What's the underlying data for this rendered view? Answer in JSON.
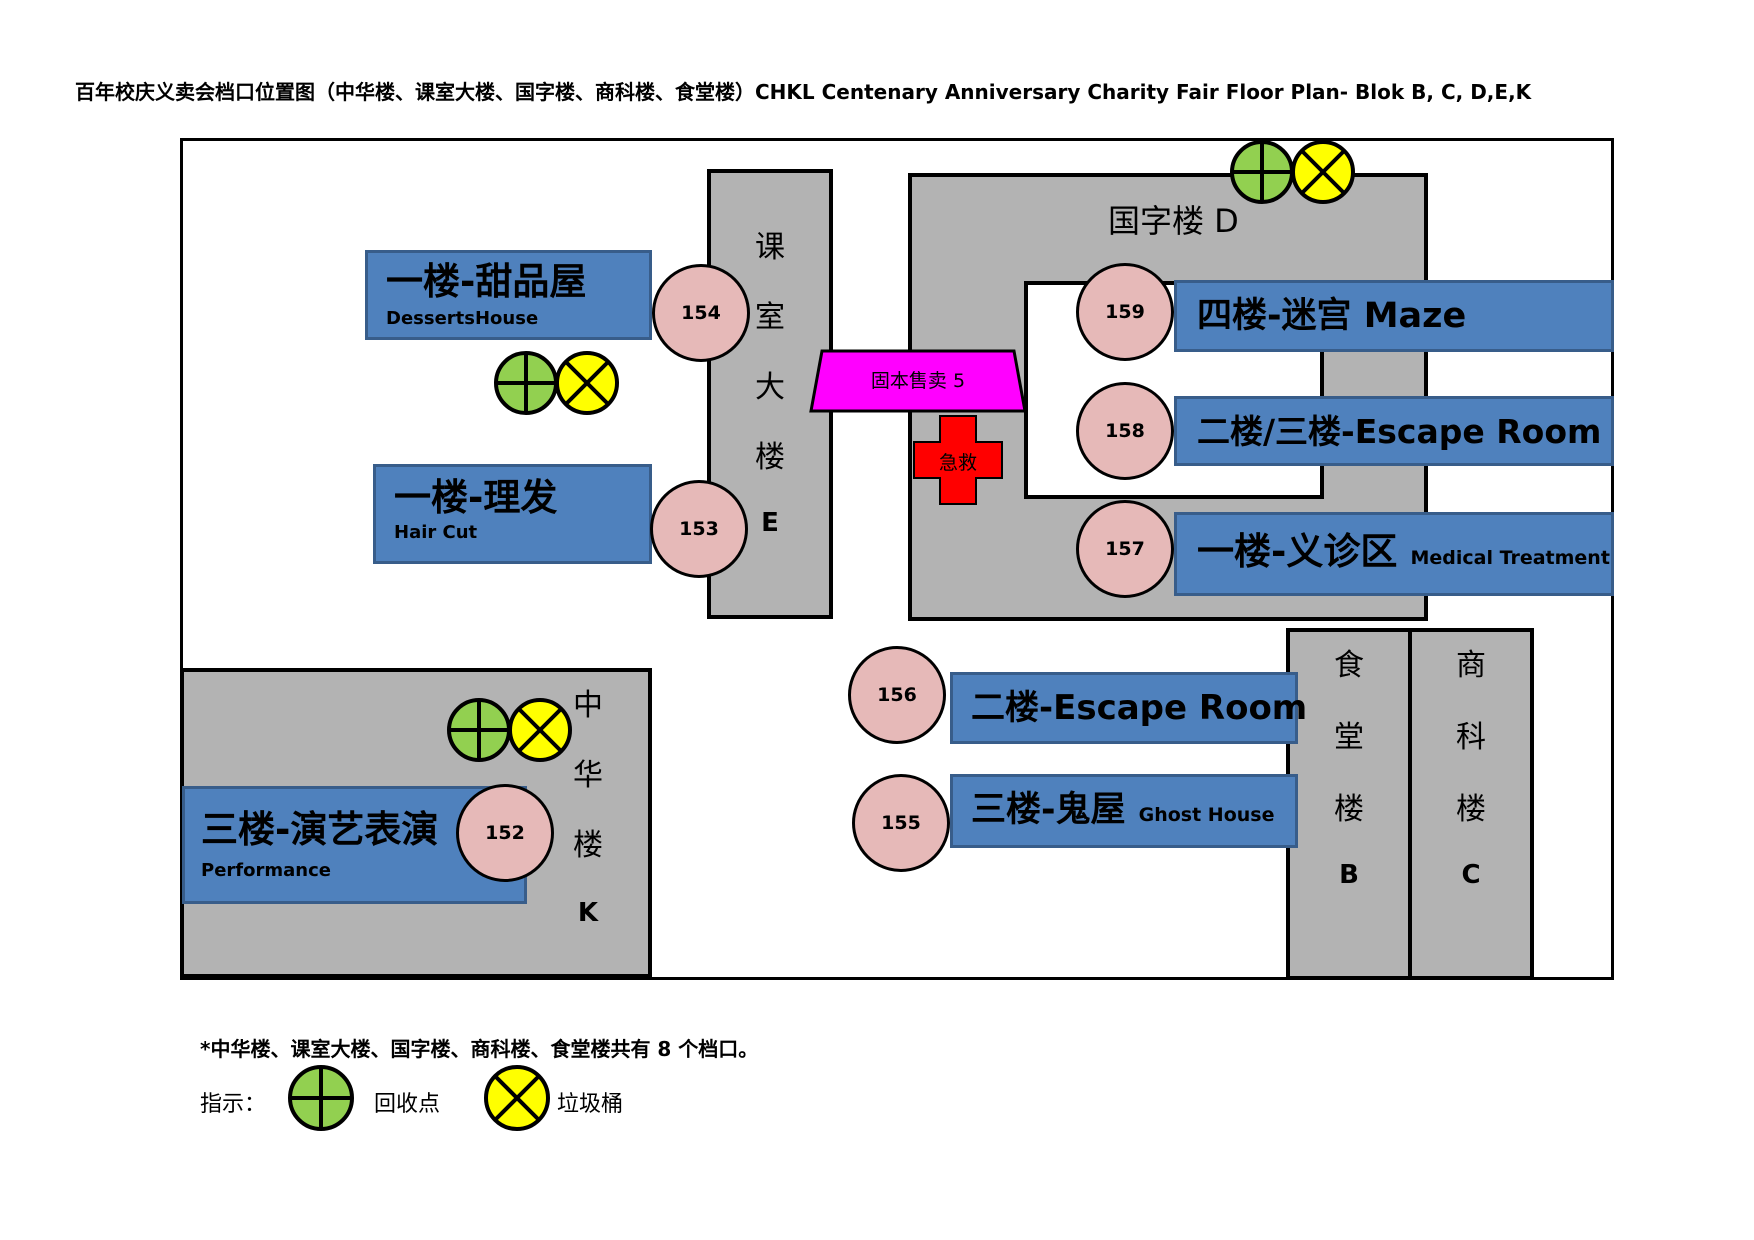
{
  "title": "百年校庆义卖会档口位置图（中华楼、课室大楼、国字楼、商科楼、食堂楼）CHKL Centenary Anniversary Charity Fair Floor Plan- Blok B, C, D,E,K",
  "buildings": {
    "E": {
      "chars": [
        "课",
        "室",
        "大",
        "楼",
        "E"
      ]
    },
    "D": {
      "label": "国字楼 D"
    },
    "K": {
      "chars": [
        "中",
        "华",
        "楼",
        "K"
      ]
    },
    "B": {
      "chars": [
        "食",
        "堂",
        "楼",
        "B"
      ]
    },
    "C": {
      "chars": [
        "商",
        "科",
        "楼",
        "C"
      ]
    }
  },
  "stalls": [
    {
      "number": "154",
      "title": "一楼-甜品屋",
      "subtitle": "DessertsHouse"
    },
    {
      "number": "153",
      "title": "一楼-理发",
      "subtitle": "Hair Cut"
    },
    {
      "number": "159",
      "title": "四楼-迷宫 Maze"
    },
    {
      "number": "158",
      "title": "二楼/三楼-Escape Room"
    },
    {
      "number": "157",
      "title": "一楼-义诊区",
      "subtitle": "Medical Treatment"
    },
    {
      "number": "156",
      "title": "二楼-Escape Room"
    },
    {
      "number": "155",
      "title": "三楼-鬼屋",
      "subtitle": "Ghost House"
    },
    {
      "number": "152",
      "title": "三楼-演艺表演",
      "subtitle": "Performance"
    }
  ],
  "fixed_stall": {
    "label": "固本售卖 5",
    "color": "#ff00ff"
  },
  "first_aid": {
    "label": "急救",
    "color": "#ff0000"
  },
  "footnote": "*中华楼、课室大楼、国字楼、商科楼、食堂楼共有 8 个档口。",
  "legend": {
    "label": "指示：",
    "recycle": {
      "icon": "recycle-point-icon",
      "label": "回收点",
      "color": "#92d050"
    },
    "bin": {
      "icon": "trash-bin-icon",
      "label": "垃圾桶",
      "color": "#ffff00"
    }
  },
  "colors": {
    "stall_blue": "#4f81bd",
    "circle_pink": "#e6b9b8",
    "building_gray": "#b3b3b3"
  }
}
